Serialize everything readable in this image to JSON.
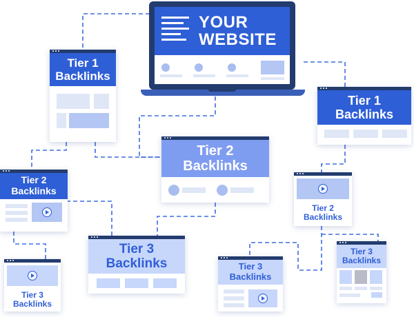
{
  "website": {
    "title_line1": "YOUR",
    "title_line2": "WEBSITE"
  },
  "nodes": {
    "tier1_left": {
      "line1": "Tier 1",
      "line2": "Backlinks"
    },
    "tier1_right": {
      "line1": "Tier 1",
      "line2": "Backlinks"
    },
    "tier2_center": {
      "line1": "Tier 2",
      "line2": "Backlinks"
    },
    "tier2_left": {
      "line1": "Tier 2",
      "line2": "Backlinks"
    },
    "tier2_right": {
      "line1": "Tier 2",
      "line2": "Backlinks"
    },
    "tier3_center": {
      "line1": "Tier 3",
      "line2": "Backlinks"
    },
    "tier3_left": {
      "line1": "Tier 3",
      "line2": "Backlinks"
    },
    "tier3_mid": {
      "line1": "Tier 3",
      "line2": "Backlinks"
    },
    "tier3_right": {
      "line1": "Tier 3",
      "line2": "Backlinks"
    }
  },
  "colors": {
    "tier1": "#2f5fd6",
    "tier2": "#7f9df0",
    "tier3": "#c7d6fb",
    "link": "#3d6be0",
    "frame": "#233c6e"
  }
}
